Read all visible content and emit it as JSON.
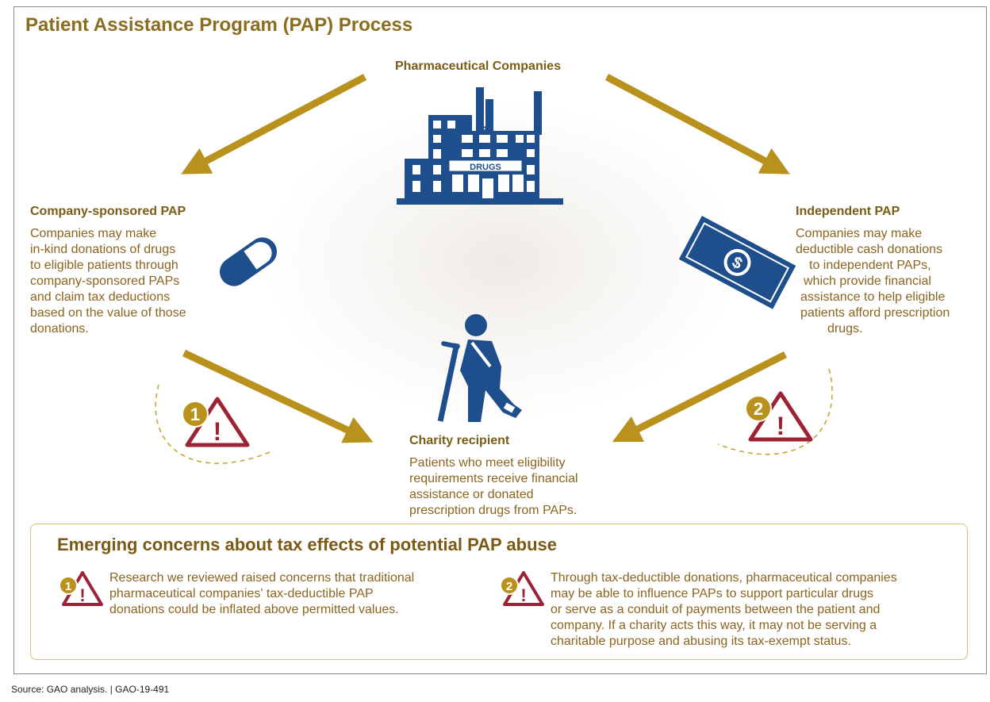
{
  "title": "Patient Assistance Program (PAP) Process",
  "pharma": {
    "label": "Pharmaceutical Companies",
    "rx_sign": "℞",
    "building_sign": "DRUGS"
  },
  "company_pap": {
    "heading": "Company-sponsored PAP",
    "lines": [
      "Companies may make",
      "in-kind donations of drugs",
      "to eligible patients through",
      "company-sponsored PAPs",
      "and claim tax deductions",
      "based on the value of those",
      "donations."
    ]
  },
  "independent_pap": {
    "heading": "Independent PAP",
    "lines": [
      "Companies may make",
      "deductible cash donations",
      "to independent PAPs,",
      "which provide financial",
      "assistance to help eligible",
      "patients afford prescription",
      "drugs."
    ],
    "dollar_sign": "$"
  },
  "recipient": {
    "heading": "Charity recipient",
    "lines": [
      "Patients who meet eligibility",
      "requirements receive financial",
      "assistance or donated",
      "prescription drugs from PAPs."
    ]
  },
  "warnings": [
    {
      "number": "1",
      "mark": "!"
    },
    {
      "number": "2",
      "mark": "!"
    }
  ],
  "concerns": {
    "title": "Emerging concerns about tax effects of potential PAP abuse",
    "items": [
      {
        "number": "1",
        "mark": "!",
        "lines": [
          "Research we reviewed raised concerns that traditional",
          "pharmaceutical companies' tax-deductible PAP",
          "donations could be inflated above permitted values."
        ]
      },
      {
        "number": "2",
        "mark": "!",
        "lines": [
          "Through tax-deductible donations, pharmaceutical companies",
          "may be able to influence PAPs to support particular drugs",
          "or serve as a conduit of payments between the patient and",
          "company. If a charity acts this way, it may not be serving a",
          "charitable purpose and abusing its tax-exempt status."
        ]
      }
    ]
  },
  "source": "Source: GAO analysis.  |  GAO-19-491",
  "colors": {
    "gold": "#b8921c",
    "brown_text": "#8b6420",
    "navy": "#1f4e8c",
    "warning_red": "#9b2335"
  },
  "icons": [
    "factory-icon",
    "pill-icon",
    "dollar-bill-icon",
    "patient-crutch-icon",
    "warning-icon"
  ]
}
